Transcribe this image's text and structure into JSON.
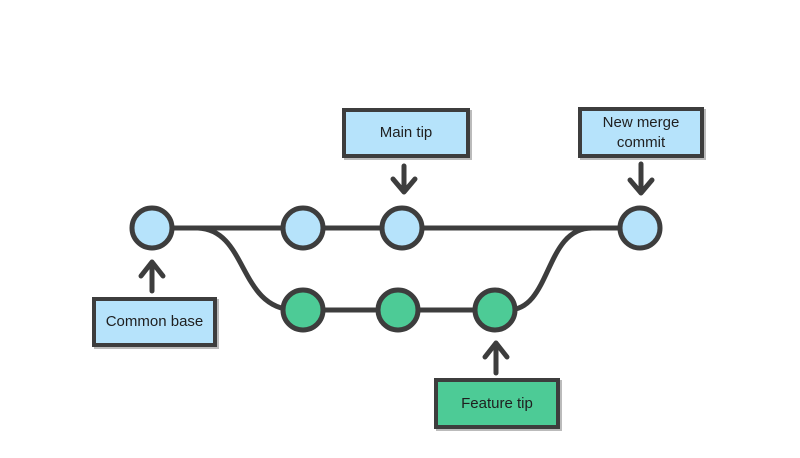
{
  "colors": {
    "line": "#3d3d3d",
    "commit_main_fill": "#b6e3fb",
    "commit_feature_fill": "#4dcb96",
    "label_main_bg": "#b6e3fb",
    "label_feature_bg": "#4dcb96",
    "text": "#1f1f1f",
    "background": "#ffffff"
  },
  "labels": {
    "main_tip": "Main tip",
    "new_merge_commit": "New merge commit",
    "common_base": "Common base",
    "feature_tip": "Feature tip"
  },
  "diagram": {
    "type": "git-branch-merge-diagram",
    "branches": [
      {
        "name": "main",
        "commit_count": 4,
        "commit_color": "#b6e3fb"
      },
      {
        "name": "feature",
        "commit_count": 3,
        "commit_color": "#4dcb96"
      }
    ],
    "callouts": [
      {
        "label": "Main tip",
        "arrow_direction": "down",
        "points_to": "third main commit"
      },
      {
        "label": "New merge commit",
        "arrow_direction": "down",
        "points_to": "last main commit"
      },
      {
        "label": "Common base",
        "arrow_direction": "up",
        "points_to": "first main commit"
      },
      {
        "label": "Feature tip",
        "arrow_direction": "up",
        "points_to": "last feature commit"
      }
    ]
  }
}
